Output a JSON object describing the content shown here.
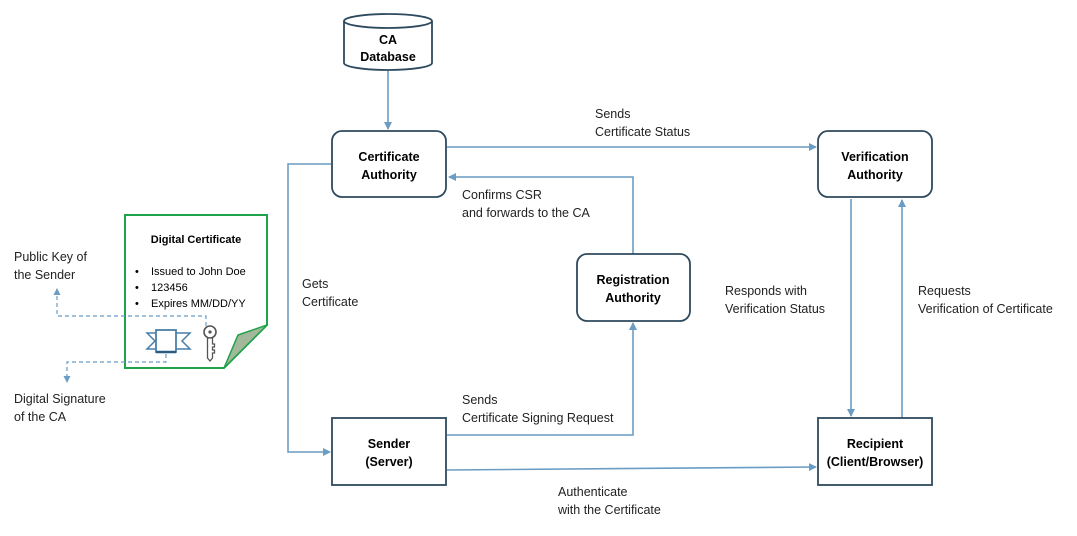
{
  "nodes": {
    "ca_database": [
      "CA",
      "Database"
    ],
    "certificate_authority": [
      "Certificate",
      "Authority"
    ],
    "verification_authority": [
      "Verification",
      "Authority"
    ],
    "registration_authority": [
      "Registration",
      "Authority"
    ],
    "sender": [
      "Sender",
      "(Server)"
    ],
    "recipient": [
      "Recipient",
      "(Client/Browser)"
    ]
  },
  "edges": {
    "sends_certificate_status": [
      "Sends",
      "Certificate Status"
    ],
    "confirms_csr": [
      "Confirms CSR",
      "and forwards to the CA"
    ],
    "gets_certificate": [
      "Gets",
      "Certificate"
    ],
    "responds_verification": [
      "Responds with",
      "Verification Status"
    ],
    "requests_verification": [
      "Requests",
      "Verification of Certificate"
    ],
    "sends_csr": [
      "Sends",
      "Certificate Signing Request"
    ],
    "authenticate": [
      "Authenticate",
      "with the Certificate"
    ]
  },
  "certificate": {
    "title": "Digital Certificate",
    "items": [
      "Issued to John Doe",
      "123456",
      "Expires MM/DD/YY"
    ],
    "public_key_label": [
      "Public Key of",
      "the Sender"
    ],
    "signature_label": [
      "Digital Signature",
      "of the CA"
    ]
  },
  "colors": {
    "box_border": "#2e4a5e",
    "arrow": "#6a9cc4",
    "certificate_border": "#1fa34a",
    "certificate_fold": "#a3b79a"
  }
}
